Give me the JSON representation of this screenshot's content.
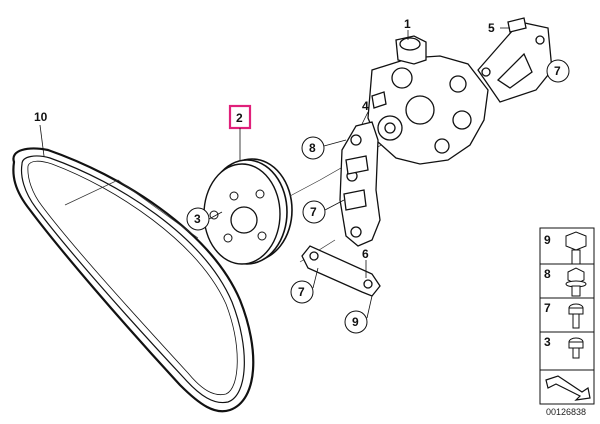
{
  "callouts": {
    "c1": "1",
    "c2": "2",
    "c3": "3",
    "c4": "4",
    "c5": "5",
    "c6": "6",
    "c7a": "7",
    "c7b": "7",
    "c7c": "7",
    "c8": "8",
    "c9": "9",
    "c10": "10"
  },
  "legend": {
    "items": [
      {
        "label": "9",
        "icon": "bolt-hex-long-icon"
      },
      {
        "label": "8",
        "icon": "bolt-hex-flange-icon"
      },
      {
        "label": "7",
        "icon": "bolt-socket-icon"
      },
      {
        "label": "3",
        "icon": "bolt-short-icon"
      }
    ]
  },
  "highlight_color": "#e0207a",
  "doc_number": "00126838"
}
